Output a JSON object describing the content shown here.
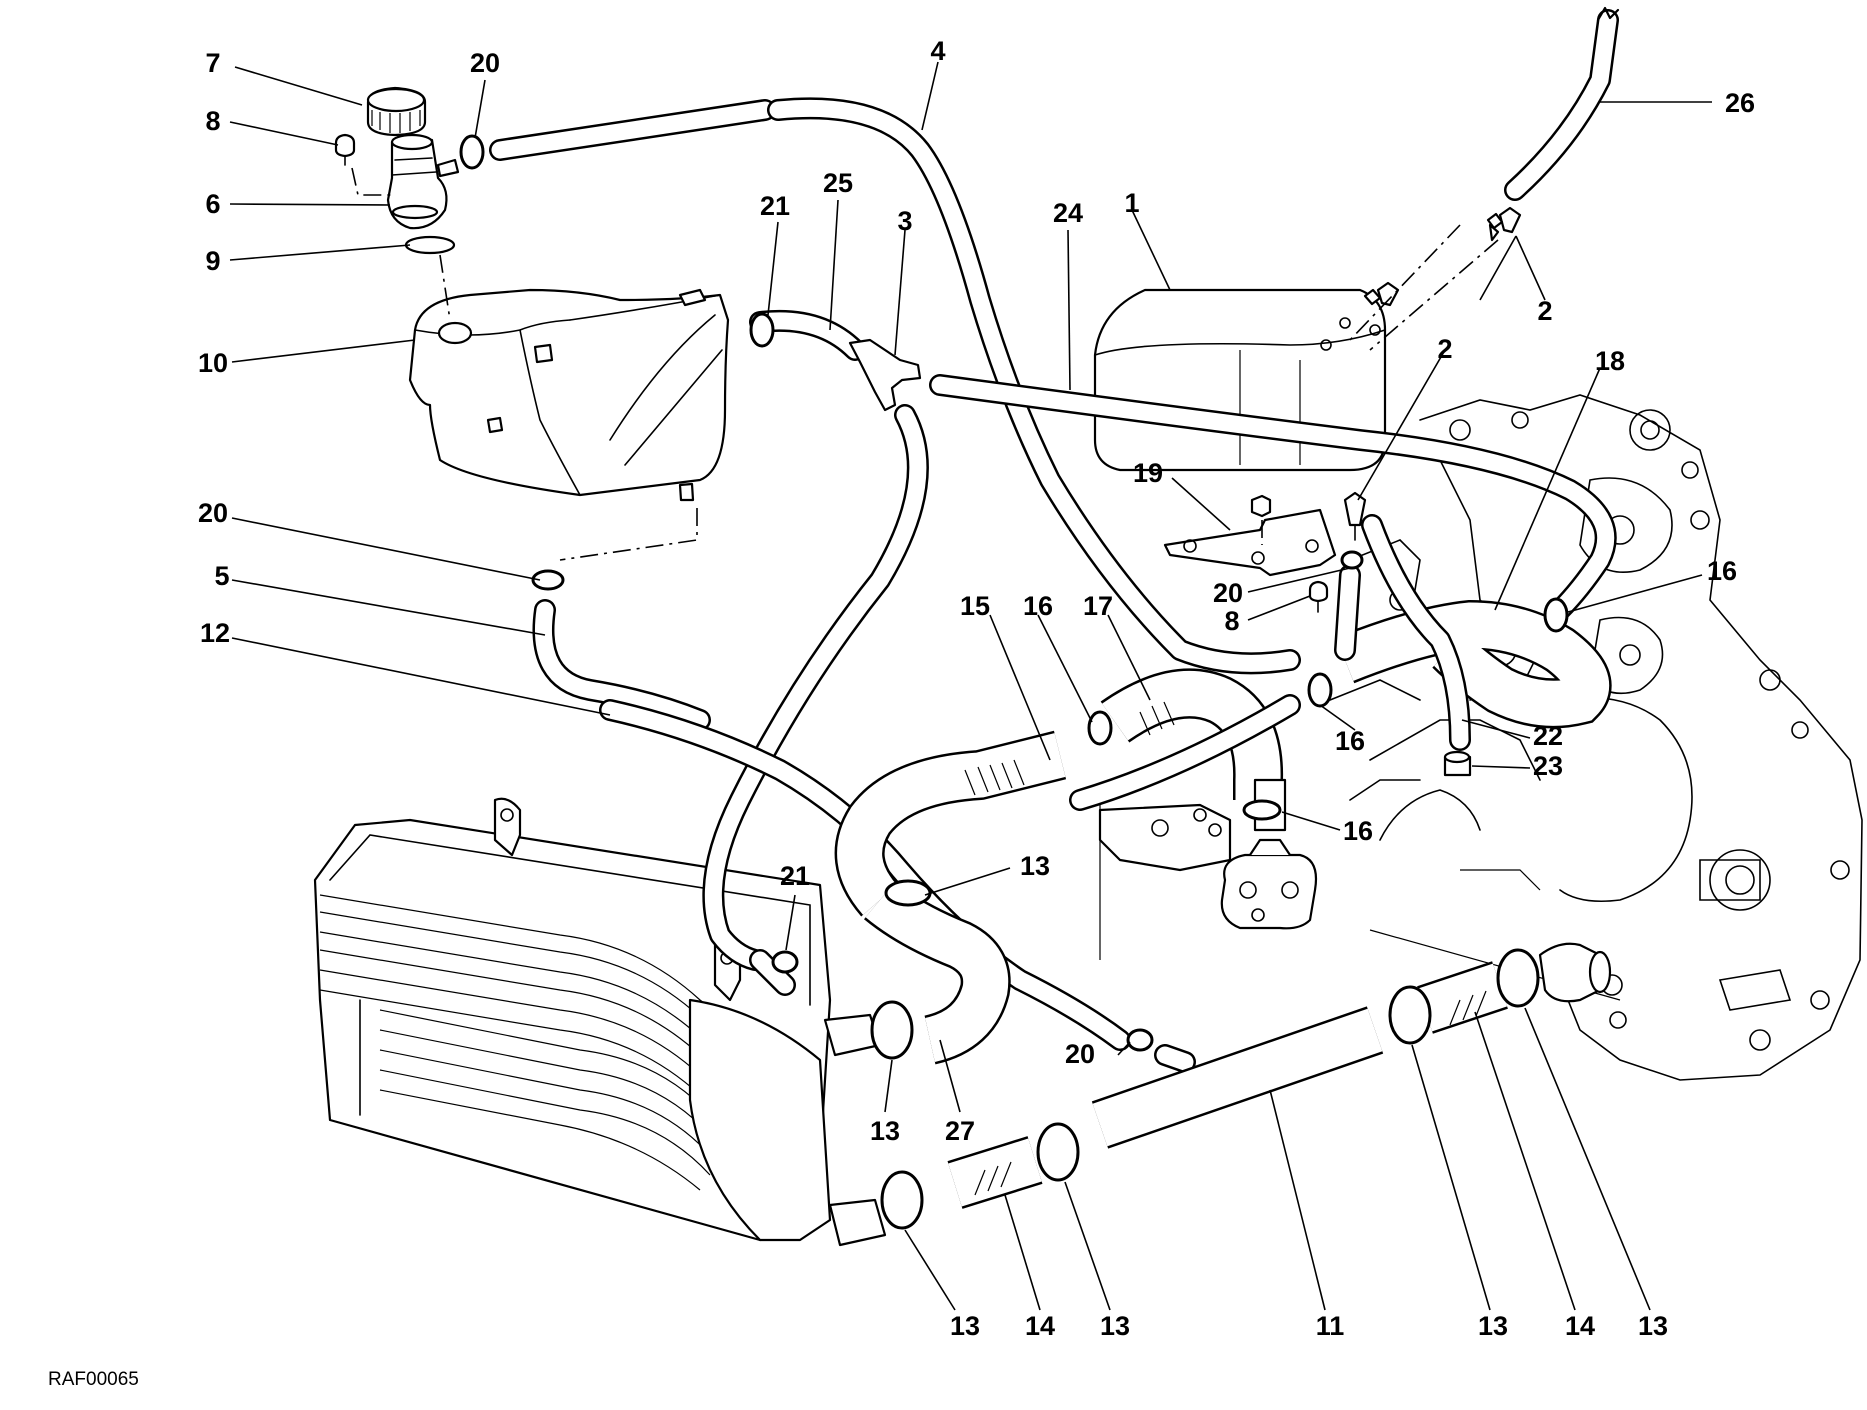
{
  "reference_code": "RAF00065",
  "callouts": [
    {
      "id": "c7",
      "text": "7"
    },
    {
      "id": "c20a",
      "text": "20"
    },
    {
      "id": "c4",
      "text": "4"
    },
    {
      "id": "c26",
      "text": "26"
    },
    {
      "id": "c8a",
      "text": "8"
    },
    {
      "id": "c6",
      "text": "6"
    },
    {
      "id": "c9",
      "text": "9"
    },
    {
      "id": "c10",
      "text": "10"
    },
    {
      "id": "c21a",
      "text": "21"
    },
    {
      "id": "c25",
      "text": "25"
    },
    {
      "id": "c3",
      "text": "3"
    },
    {
      "id": "c24",
      "text": "24"
    },
    {
      "id": "c1",
      "text": "1"
    },
    {
      "id": "c2a",
      "text": "2"
    },
    {
      "id": "c2b",
      "text": "2"
    },
    {
      "id": "c18",
      "text": "18"
    },
    {
      "id": "c19",
      "text": "19"
    },
    {
      "id": "c20b",
      "text": "20"
    },
    {
      "id": "c20c",
      "text": "20"
    },
    {
      "id": "c8b",
      "text": "8"
    },
    {
      "id": "c16a",
      "text": "16"
    },
    {
      "id": "c5",
      "text": "5"
    },
    {
      "id": "c12",
      "text": "12"
    },
    {
      "id": "c15",
      "text": "15"
    },
    {
      "id": "c16b",
      "text": "16"
    },
    {
      "id": "c17",
      "text": "17"
    },
    {
      "id": "c16c",
      "text": "16"
    },
    {
      "id": "c22",
      "text": "22"
    },
    {
      "id": "c23",
      "text": "23"
    },
    {
      "id": "c16d",
      "text": "16"
    },
    {
      "id": "c13a",
      "text": "13"
    },
    {
      "id": "c21b",
      "text": "21"
    },
    {
      "id": "c20d",
      "text": "20"
    },
    {
      "id": "c13b",
      "text": "13"
    },
    {
      "id": "c27",
      "text": "27"
    },
    {
      "id": "c13c",
      "text": "13"
    },
    {
      "id": "c14a",
      "text": "14"
    },
    {
      "id": "c13d",
      "text": "13"
    },
    {
      "id": "c11",
      "text": "11"
    },
    {
      "id": "c13e",
      "text": "13"
    },
    {
      "id": "c14b",
      "text": "14"
    },
    {
      "id": "c13f",
      "text": "13"
    }
  ]
}
